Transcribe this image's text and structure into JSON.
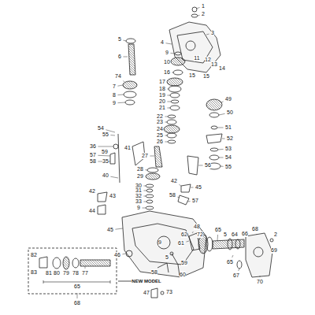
{
  "diagram": {
    "labels": [
      "1",
      "2",
      "3",
      "4",
      "5",
      "6",
      "9",
      "10",
      "11",
      "12",
      "13",
      "14",
      "15",
      "15",
      "16",
      "17",
      "18",
      "19",
      "20",
      "21",
      "22",
      "23",
      "24",
      "25",
      "26",
      "27",
      "28",
      "29",
      "30",
      "31",
      "32",
      "33",
      "9",
      "74",
      "7",
      "8",
      "9",
      "49",
      "50",
      "51",
      "52",
      "53",
      "54",
      "55",
      "54",
      "55",
      "36",
      "59",
      "57",
      "58",
      "35",
      "40",
      "41",
      "56",
      "42",
      "45",
      "58",
      "57",
      "42",
      "43",
      "44",
      "45",
      "46",
      "48",
      "62",
      "72",
      "5",
      "64",
      "66",
      "68",
      "2",
      "69",
      "70",
      "67",
      "65",
      "65",
      "61",
      "9",
      "5",
      "59",
      "60",
      "58",
      "47",
      "73",
      "82",
      "83",
      "81",
      "80",
      "79",
      "78",
      "77",
      "65",
      "68",
      "NEW MODEL"
    ]
  }
}
